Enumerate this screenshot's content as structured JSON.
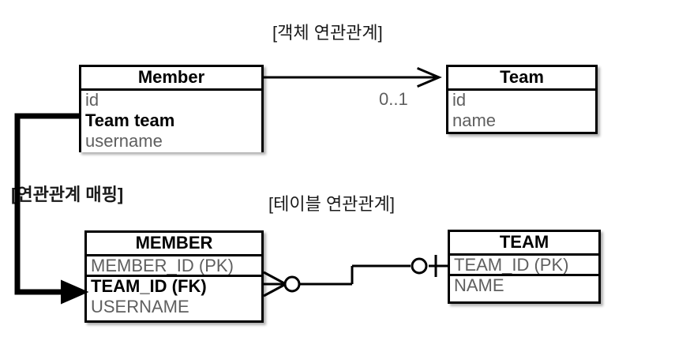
{
  "diagram": {
    "title_object": "[객체 연관관계]",
    "title_table": "[테이블 연관관계]",
    "label_mapping": "[연관관계 매핑]",
    "multiplicity": "0..1",
    "colors": {
      "stroke": "#000000",
      "attribute_text": "#5f5f5f",
      "emphasis_text": "#000000",
      "caption_text": "#1a1a1a",
      "background": "#ffffff"
    }
  },
  "object_model": {
    "member_class": {
      "name": "Member",
      "attributes": [
        {
          "label": "id",
          "emphasis": false
        },
        {
          "label": "Team team",
          "emphasis": true
        },
        {
          "label": "username",
          "emphasis": false
        }
      ]
    },
    "team_class": {
      "name": "Team",
      "attributes": [
        {
          "label": "id",
          "emphasis": false
        },
        {
          "label": "name",
          "emphasis": false
        }
      ]
    },
    "association": {
      "from": "Member",
      "to": "Team",
      "multiplicity": "0..1",
      "arrow": "open-arrow-right"
    }
  },
  "table_model": {
    "member_table": {
      "name": "MEMBER",
      "columns": [
        {
          "label": "MEMBER_ID (PK)",
          "emphasis": false
        },
        {
          "label": "TEAM_ID (FK)",
          "emphasis": true
        },
        {
          "label": "USERNAME",
          "emphasis": false
        }
      ]
    },
    "team_table": {
      "name": "TEAM",
      "columns": [
        {
          "label": "TEAM_ID (PK)",
          "emphasis": false
        },
        {
          "label": "NAME",
          "emphasis": false
        }
      ]
    },
    "relationship": {
      "from": "MEMBER",
      "to": "TEAM",
      "from_notation": "crows-foot-zero-or-many",
      "to_notation": "zero-or-one"
    }
  },
  "mapping_link": {
    "label": "[연관관계 매핑]",
    "from_field": "Team team",
    "to_column": "TEAM_ID (FK)",
    "arrow": "solid-arrow-right"
  }
}
